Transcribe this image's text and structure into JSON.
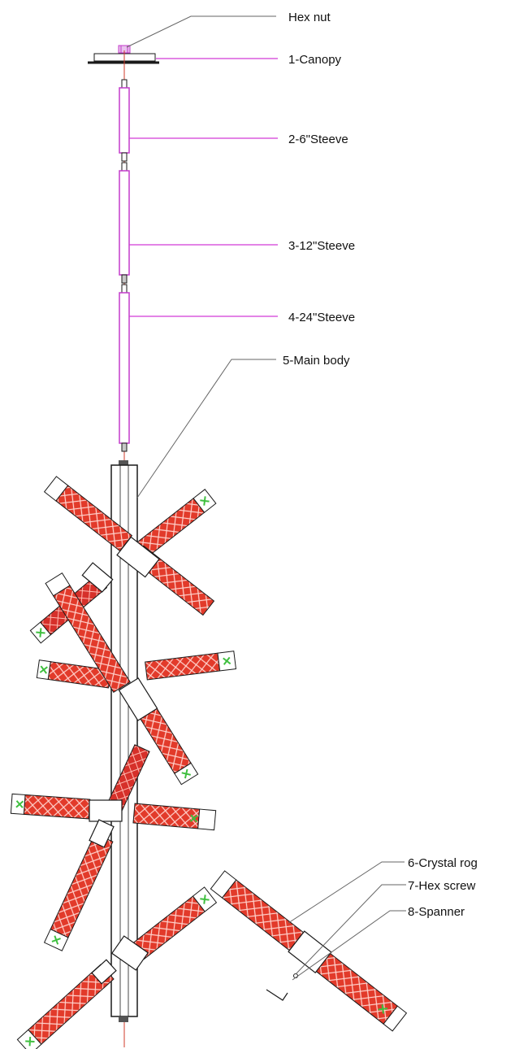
{
  "diagram": {
    "labels": {
      "hex_nut": "Hex nut",
      "canopy": "1-Canopy",
      "sleeve_6": "2-6\"Steeve",
      "sleeve_12": "3-12\"Steeve",
      "sleeve_24": "4-24\"Steeve",
      "main_body": "5-Main body",
      "crystal_rod": "6-Crystal rog",
      "hex_screw": "7-Hex screw",
      "spanner": "8-Spanner"
    },
    "colors": {
      "line": "#1a1a1a",
      "leader_magenta": "#d23ad6",
      "leader_gray": "#666666",
      "sleeve": "#c43bcb",
      "axis": "#d23b2a",
      "crystal_fill": "#e23a2a",
      "crystal_mesh": "#ffd2cc",
      "end_x": "#3fbf3f",
      "joint_fill": "#ffffff"
    }
  }
}
